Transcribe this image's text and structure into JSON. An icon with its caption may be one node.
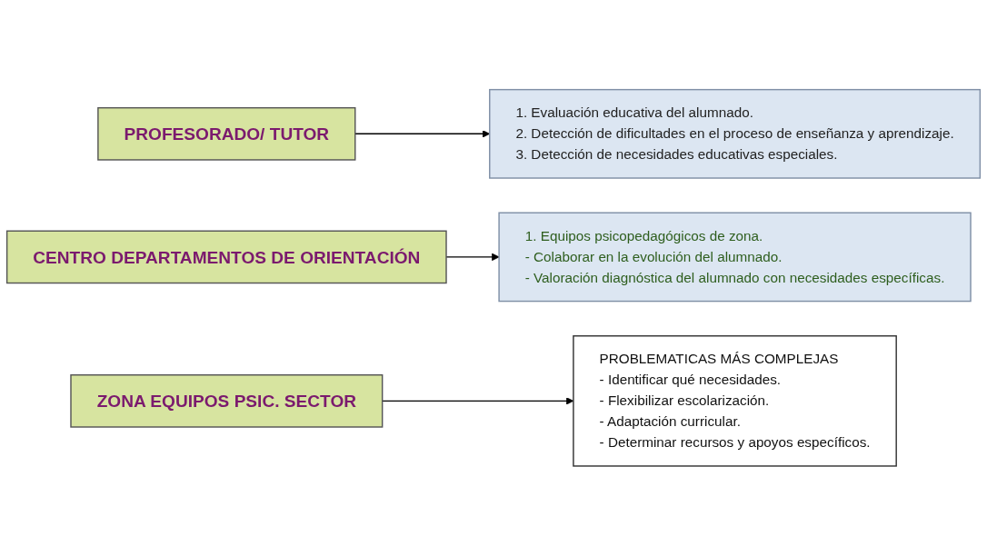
{
  "diagram": {
    "nodes": [
      {
        "text": [
          "PROFESORADO/ TUTOR"
        ]
      },
      {
        "text": [
          "1. Evaluación educativa del alumnado.",
          "2. Detección de dificultades en el proceso de enseñanza y aprendizaje.",
          "3. Detección de necesidades educativas especiales."
        ]
      },
      {
        "text": [
          "CENTRO DEPARTAMENTOS DE ORIENTACIÓN"
        ]
      },
      {
        "text": [
          "1. Equipos psicopedagógicos de zona.",
          "- Colaborar en la evolución del alumnado.",
          "- Valoración diagnóstica del alumnado con necesidades específicas."
        ]
      },
      {
        "text": [
          "ZONA EQUIPOS PSIC. SECTOR"
        ]
      },
      {
        "text": [
          "PROBLEMATICAS MÁS COMPLEJAS",
          "- Identificar qué necesidades.",
          "- Flexibilizar escolarización.",
          "- Adaptación curricular.",
          "- Determinar recursos y apoyos específicos."
        ]
      }
    ],
    "edges": [
      {
        "from": 0,
        "to": 1,
        "arrow": "to"
      },
      {
        "from": 2,
        "to": 3,
        "arrow": "to"
      },
      {
        "from": 4,
        "to": 5,
        "arrow": "to"
      }
    ]
  }
}
